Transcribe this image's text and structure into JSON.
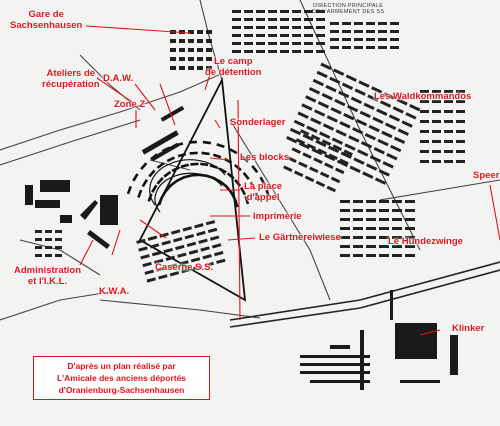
{
  "labels": {
    "gare": [
      "Gare de",
      "Sachsenhausen"
    ],
    "ateliers": [
      "Ateliers de",
      "récupération"
    ],
    "daw": "D.A.W.",
    "camp": [
      "Le camp",
      "de détention"
    ],
    "zonez": "Zone Z",
    "waldkommandos": "Les Waldkommandos",
    "sonderlager": "Sonderlager",
    "blocks": "Les blocks",
    "placeappel": [
      "La place",
      "d'appel"
    ],
    "imprimerie": "Imprimerie",
    "gartnerei": "Le Gärtnereiwiese",
    "speer": "Speer",
    "hundezwinge": "Le Hundezwinge",
    "administration": [
      "Administration",
      "et l'I.K.L."
    ],
    "caserne": "Caserne S.S.",
    "kwa": "K.W.A.",
    "klinker": "Klinker"
  },
  "header": [
    "DIRECTION PRINCIPALE",
    "DE L'ARMEMENT DES SS"
  ],
  "source_note": [
    "D'après un plan réalisé par",
    "L'Amicale des anciens déportés",
    "d'Oranienburg-Sachsenhausen"
  ],
  "colors": {
    "label": "#e0141b",
    "ink": "#1a1a1a"
  }
}
